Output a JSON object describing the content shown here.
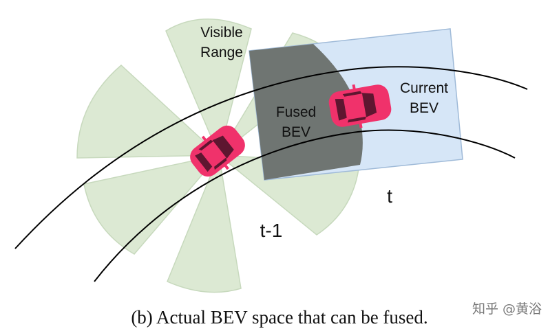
{
  "labels": {
    "visible_range_line1": "Visible",
    "visible_range_line2": "Range",
    "fused_bev_line1": "Fused",
    "fused_bev_line2": "BEV",
    "current_bev_line1": "Current",
    "current_bev_line2": "BEV",
    "time_prev": "t-1",
    "time_curr": "t"
  },
  "caption": "(b) Actual BEV space that can be fused.",
  "watermark": "知乎 @黄浴",
  "colors": {
    "visible_range": "#dce9d3",
    "visible_range_stroke": "#c7d9bd",
    "current_bev": "#d6e6f7",
    "current_bev_stroke": "#9fbad8",
    "fused_bev": "#6f7572",
    "car_body": "#f0326b",
    "car_window": "#5e1630",
    "road_line": "#000000"
  }
}
